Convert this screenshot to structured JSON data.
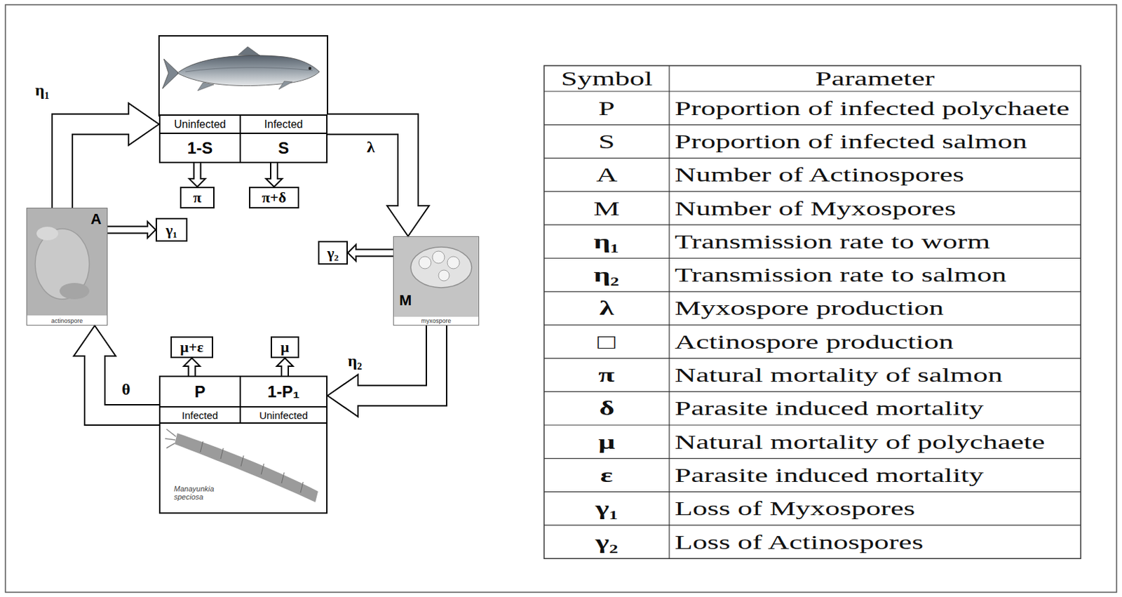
{
  "diagram": {
    "nodes": [
      {
        "text": [
          "Uninfected"
        ]
      },
      {
        "text": [
          "Infected"
        ]
      },
      {
        "text": [
          "1-S"
        ]
      },
      {
        "text": [
          "S"
        ]
      },
      {
        "text": [
          "π"
        ]
      },
      {
        "text": [
          "π+δ"
        ]
      },
      {
        "text": [
          "A",
          "actinospore"
        ]
      },
      {
        "text": [
          "γ₁"
        ]
      },
      {
        "text": [
          "γ₂"
        ]
      },
      {
        "text": [
          "M",
          "myxospore"
        ]
      },
      {
        "text": [
          "μ+ε"
        ]
      },
      {
        "text": [
          "μ"
        ]
      },
      {
        "text": [
          "P"
        ]
      },
      {
        "text": [
          "1-P₁"
        ]
      },
      {
        "text": [
          "Infected"
        ]
      },
      {
        "text": [
          "Uninfected"
        ]
      },
      {
        "text": [
          "Manayunkia speciosa"
        ]
      }
    ],
    "edges": [
      {
        "from": 6,
        "to": 0,
        "label": "η₁",
        "arrow": "to"
      },
      {
        "from": 1,
        "to": 9,
        "label": "λ",
        "arrow": "to"
      },
      {
        "from": 9,
        "to": 13,
        "label": "η₂",
        "arrow": "to"
      },
      {
        "from": 14,
        "to": 6,
        "label": "θ",
        "arrow": "to"
      },
      {
        "from": 2,
        "to": 4,
        "arrow": "to"
      },
      {
        "from": 3,
        "to": 5,
        "arrow": "to"
      },
      {
        "from": 6,
        "to": 7,
        "arrow": "to"
      },
      {
        "from": 9,
        "to": 8,
        "arrow": "to"
      },
      {
        "from": 12,
        "to": 10,
        "arrow": "to"
      },
      {
        "from": 13,
        "to": 11,
        "arrow": "to"
      }
    ],
    "labels": [
      "Symbol",
      "Parameter",
      "P",
      "Proportion of infected polychaete",
      "S",
      "Proportion of infected salmon",
      "A",
      "Number of Actinospores",
      "M",
      "Number of Myxospores",
      "η₁",
      "Transmission rate to worm",
      "η₂",
      "Transmission rate to salmon",
      "λ",
      "Myxospore production",
      "□",
      "Actinospore production",
      "π",
      "Natural mortality of salmon",
      "δ",
      "Parasite induced mortality",
      "μ",
      "Natural mortality of polychaete",
      "ε",
      "Parasite induced mortality",
      "γ₁",
      "Loss of Myxospores",
      "γ₂",
      "Loss of Actinospores"
    ]
  }
}
